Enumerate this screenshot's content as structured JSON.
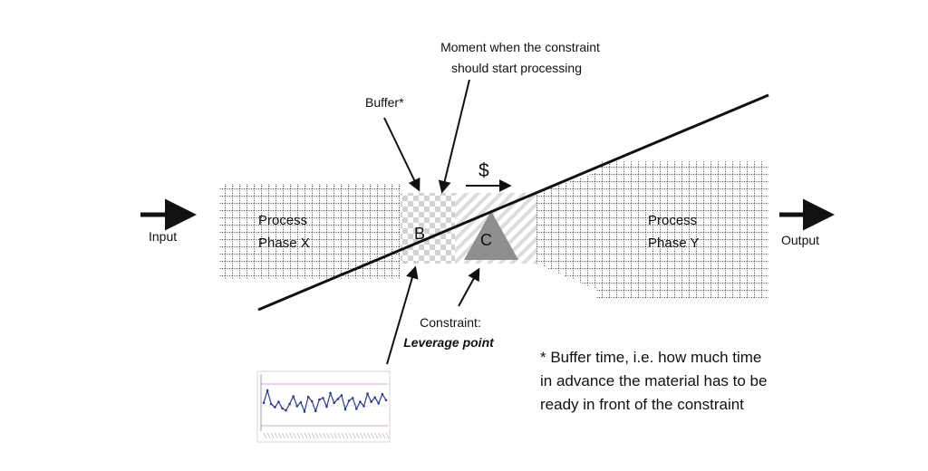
{
  "input_label": "Input",
  "output_label": "Output",
  "phase_x": {
    "line1": "Process",
    "line2": "Phase X"
  },
  "phase_y": {
    "line1": "Process",
    "line2": "Phase Y"
  },
  "buffer_letter": "B",
  "constraint_letter": "C",
  "dollar": "$",
  "buffer_label": "Buffer*",
  "moment_label": {
    "line1": "Moment when the constraint",
    "line2": "should start processing"
  },
  "constraint_label": {
    "line1": "Constraint:",
    "line2": "Leverage point"
  },
  "footnote": {
    "line1": "* Buffer time, i.e. how much time",
    "line2": "in advance the material has to be",
    "line3": "ready in front of the constraint"
  },
  "control_chart": {
    "values": [
      3.2,
      5.5,
      3.0,
      2.4,
      3.4,
      2.2,
      1.8,
      3.0,
      4.4,
      2.6,
      3.3,
      1.6,
      4.3,
      3.5,
      1.7,
      3.8,
      4.1,
      2.5,
      5.0,
      3.2,
      3.9,
      4.6,
      2.0,
      3.6,
      4.1,
      2.1,
      3.4,
      2.6,
      4.9,
      3.4,
      4.2,
      3.1,
      4.8,
      3.7
    ]
  }
}
